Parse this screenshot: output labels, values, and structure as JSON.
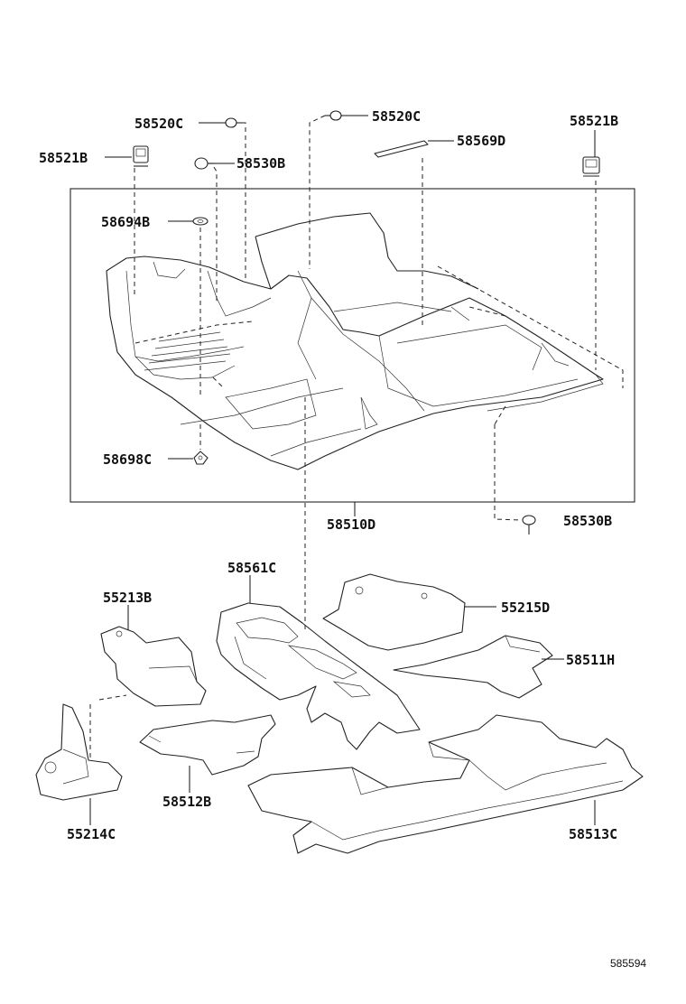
{
  "callouts": {
    "c58520C_a": "58520C",
    "c58520C_b": "58520C",
    "c58521B_a": "58521B",
    "c58521B_b": "58521B",
    "c58530B_a": "58530B",
    "c58530B_b": "58530B",
    "c58569D": "58569D",
    "c58694B": "58694B",
    "c58698C": "58698C",
    "c58510D": "58510D",
    "c58561C": "58561C",
    "c55213B": "55213B",
    "c55215D": "55215D",
    "c58511H": "58511H",
    "c58512B": "58512B",
    "c55214C": "55214C",
    "c58513C": "58513C"
  },
  "figure_number": "585594"
}
